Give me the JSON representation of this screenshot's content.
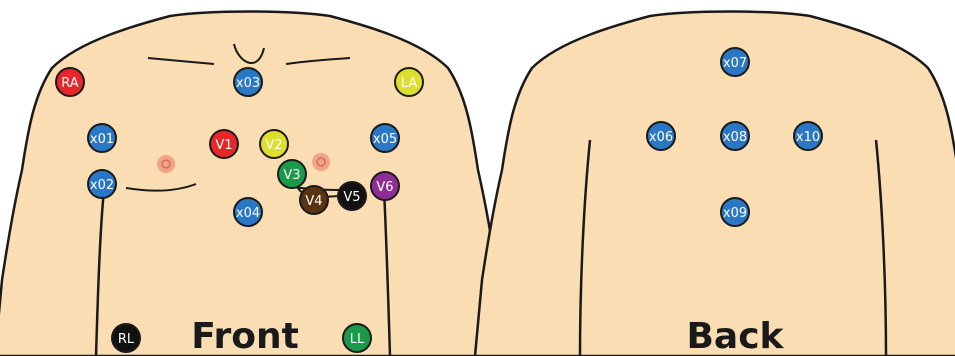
{
  "views": {
    "front_label": "Front",
    "back_label": "Back"
  },
  "colors": {
    "skin": "#fbddb4",
    "outline": "#1a1a1a",
    "nipple_fill": "#f3a487",
    "nipple_ring": "#d0705c"
  },
  "electrodes": [
    {
      "id": "RA",
      "label": "RA",
      "fill": "#e8262a",
      "text": "#ffffff",
      "view": "front"
    },
    {
      "id": "LA",
      "label": "LA",
      "fill": "#dede2e",
      "text": "#ffffff",
      "view": "front"
    },
    {
      "id": "x03",
      "label": "x03",
      "fill": "#2a77c6",
      "text": "#ffffff",
      "view": "front"
    },
    {
      "id": "x01",
      "label": "x01",
      "fill": "#2a77c6",
      "text": "#ffffff",
      "view": "front"
    },
    {
      "id": "x05",
      "label": "x05",
      "fill": "#2a77c6",
      "text": "#ffffff",
      "view": "front"
    },
    {
      "id": "V1",
      "label": "V1",
      "fill": "#e8262a",
      "text": "#ffffff",
      "view": "front"
    },
    {
      "id": "V2",
      "label": "V2",
      "fill": "#dede2e",
      "text": "#ffffff",
      "view": "front"
    },
    {
      "id": "V3",
      "label": "V3",
      "fill": "#1a9a48",
      "text": "#ffffff",
      "view": "front"
    },
    {
      "id": "x02",
      "label": "x02",
      "fill": "#2a77c6",
      "text": "#ffffff",
      "view": "front"
    },
    {
      "id": "V6",
      "label": "V6",
      "fill": "#8e2e95",
      "text": "#ffffff",
      "view": "front"
    },
    {
      "id": "V5",
      "label": "V5",
      "fill": "#111111",
      "text": "#ffffff",
      "view": "front"
    },
    {
      "id": "V4",
      "label": "V4",
      "fill": "#5a3312",
      "text": "#ffffff",
      "view": "front"
    },
    {
      "id": "x04",
      "label": "x04",
      "fill": "#2a77c6",
      "text": "#ffffff",
      "view": "front"
    },
    {
      "id": "RL",
      "label": "RL",
      "fill": "#111111",
      "text": "#ffffff",
      "view": "front"
    },
    {
      "id": "LL",
      "label": "LL",
      "fill": "#1a9a48",
      "text": "#ffffff",
      "view": "front"
    },
    {
      "id": "x07",
      "label": "x07",
      "fill": "#2a77c6",
      "text": "#ffffff",
      "view": "back"
    },
    {
      "id": "x06",
      "label": "x06",
      "fill": "#2a77c6",
      "text": "#ffffff",
      "view": "back"
    },
    {
      "id": "x08",
      "label": "x08",
      "fill": "#2a77c6",
      "text": "#ffffff",
      "view": "back"
    },
    {
      "id": "x10",
      "label": "x10",
      "fill": "#2a77c6",
      "text": "#ffffff",
      "view": "back"
    },
    {
      "id": "x09",
      "label": "x09",
      "fill": "#2a77c6",
      "text": "#ffffff",
      "view": "back"
    }
  ]
}
